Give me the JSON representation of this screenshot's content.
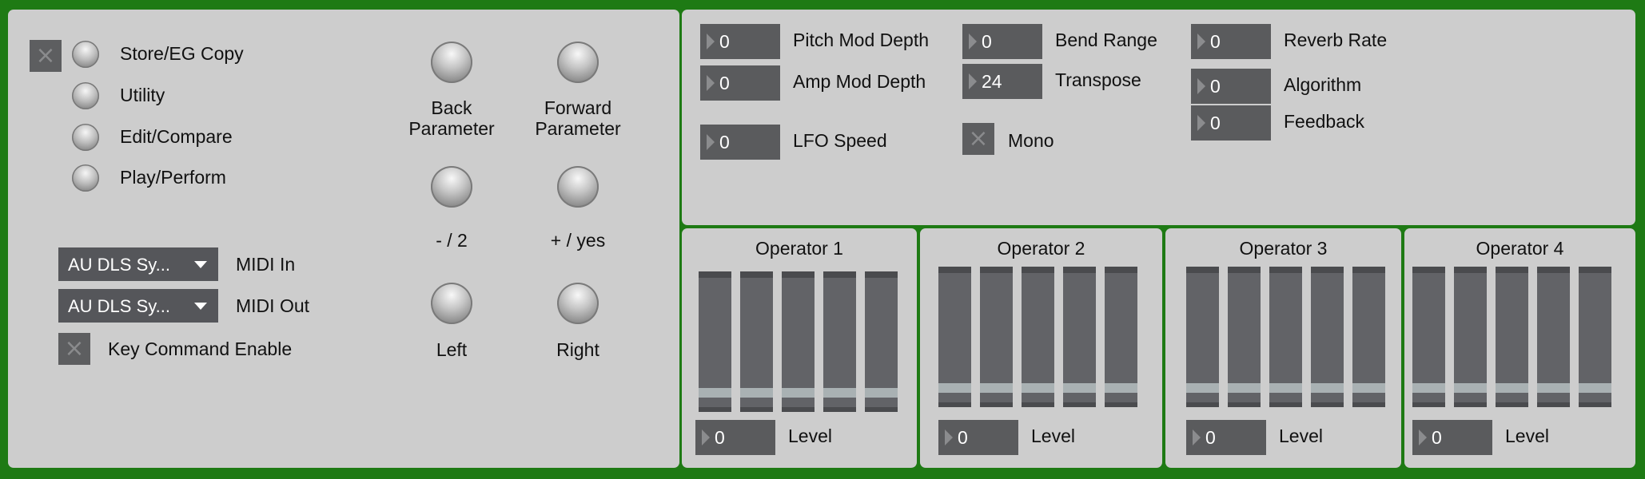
{
  "left_panel": {
    "mode_buttons": [
      {
        "label": "Store/EG Copy"
      },
      {
        "label": "Utility"
      },
      {
        "label": "Edit/Compare"
      },
      {
        "label": "Play/Perform"
      }
    ],
    "nav": {
      "back_label_1": "Back",
      "back_label_2": "Parameter",
      "forward_label_1": "Forward",
      "forward_label_2": "Parameter",
      "minus_label": "- / 2",
      "plus_label": "+ / yes",
      "left_label": "Left",
      "right_label": "Right"
    },
    "midi_in": {
      "value": "AU DLS Sy...",
      "label": "MIDI In"
    },
    "midi_out": {
      "value": "AU DLS Sy...",
      "label": "MIDI Out"
    },
    "key_command": {
      "label": "Key Command Enable",
      "checked": false
    }
  },
  "global_params": {
    "pitch_mod_depth": {
      "label": "Pitch Mod Depth",
      "value": "0"
    },
    "amp_mod_depth": {
      "label": "Amp Mod Depth",
      "value": "0"
    },
    "lfo_speed": {
      "label": "LFO Speed",
      "value": "0"
    },
    "bend_range": {
      "label": "Bend Range",
      "value": "0"
    },
    "transpose": {
      "label": "Transpose",
      "value": "24"
    },
    "mono": {
      "label": "Mono",
      "checked": false
    },
    "reverb_rate": {
      "label": "Reverb Rate",
      "value": "0"
    },
    "algorithm": {
      "label": "Algorithm",
      "value": "0"
    },
    "feedback": {
      "label": "Feedback",
      "value": "0"
    }
  },
  "operators": [
    {
      "title": "Operator 1",
      "level_label": "Level",
      "level_value": "0",
      "slider_levels": [
        0.08,
        0.08,
        0.08,
        0.08,
        0.08
      ]
    },
    {
      "title": "Operator 2",
      "level_label": "Level",
      "level_value": "0",
      "slider_levels": [
        0.08,
        0.08,
        0.08,
        0.08,
        0.08
      ]
    },
    {
      "title": "Operator 3",
      "level_label": "Level",
      "level_value": "0",
      "slider_levels": [
        0.08,
        0.08,
        0.08,
        0.08,
        0.08
      ]
    },
    {
      "title": "Operator 4",
      "level_label": "Level",
      "level_value": "0",
      "slider_levels": [
        0.08,
        0.08,
        0.08,
        0.08,
        0.08
      ]
    }
  ],
  "icons": {
    "toggle_x": "×"
  },
  "colors": {
    "background": "#1e7a14",
    "panel": "#cdcdcd",
    "number_box": "#5a5b5d",
    "slider_track": "#626367",
    "slider_thumb": "#a9b1b3"
  }
}
